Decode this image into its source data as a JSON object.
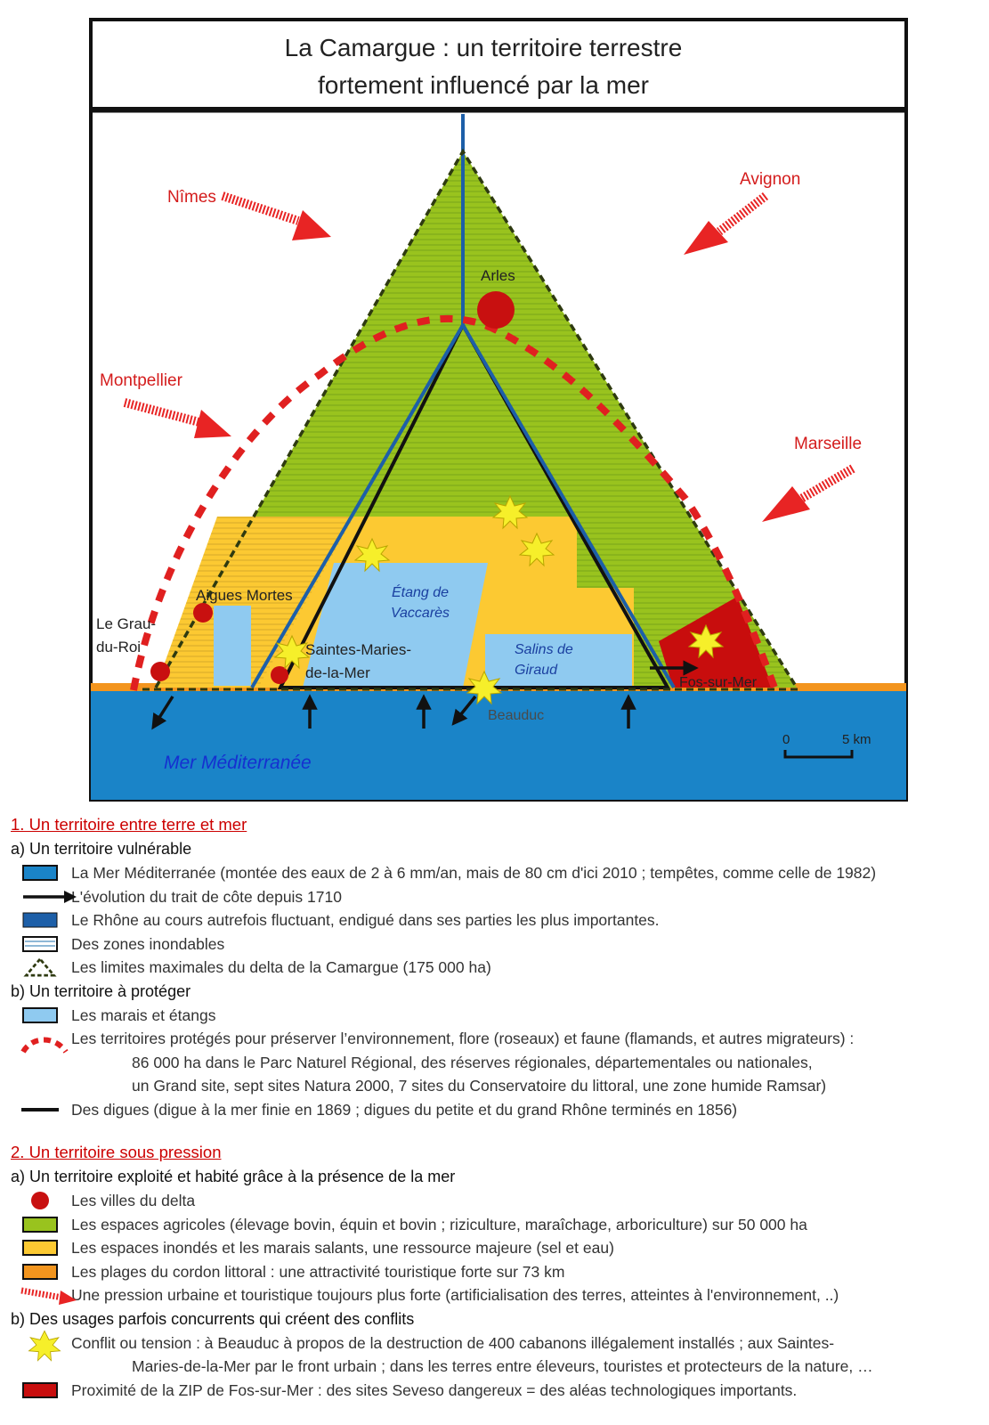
{
  "map": {
    "title_line1": "La Camargue : un territoire terrestre",
    "title_line2": "fortement influencé par la mer",
    "cities_outside": [
      "Nîmes",
      "Avignon",
      "Montpellier",
      "Marseille"
    ],
    "places": {
      "arles": "Arles",
      "aigues_mortes": "Aigues Mortes",
      "grau_line1": "Le Grau-",
      "grau_line2": "du-Roi",
      "saintes_line1": "Saintes-Maries-",
      "saintes_line2": "de-la-Mer",
      "fos": "Fos-sur-Mer",
      "beauduc": "Beauduc"
    },
    "water": {
      "vaccares_line1": "Étang de",
      "vaccares_line2": "Vaccarès",
      "salins_line1": "Salins de",
      "salins_line2": "Giraud",
      "sea": "Mer Méditerranée"
    },
    "scale": {
      "zero": "0",
      "end": "5 km"
    },
    "colors": {
      "sea": "#1a84c8",
      "rhone": "#1d5fa8",
      "agri": "#99c31e",
      "flooded": "#fcc932",
      "beach": "#f3951e",
      "marsh": "#8fcaf0",
      "industrial": "#c80d0d",
      "protected": "#e02020",
      "city": "#c81010",
      "pressure": "#e82424"
    }
  },
  "legend": {
    "s1_title": "1. Un territoire entre terre et mer",
    "s1a_title": "a) Un territoire vulnérable",
    "s1a_items": [
      "La Mer Méditerranée (montée des eaux de 2 à 6 mm/an, mais de 80 cm d'ici 2010 ; tempêtes, comme celle de 1982)",
      "L'évolution du trait de côte depuis 1710",
      "Le Rhône au cours autrefois fluctuant, endigué dans ses parties les plus importantes.",
      "Des zones inondables",
      "Les limites maximales du delta de la Camargue (175 000 ha)"
    ],
    "s1b_title": "b) Un territoire à protéger",
    "s1b_item1": "Les marais et étangs",
    "s1b_item2_line1": "Les territoires protégés pour préserver l’environnement, flore (roseaux) et faune (flamands, et autres migrateurs) :",
    "s1b_item2_line2": "86 000 ha dans le Parc Naturel Régional, des réserves régionales, départementales ou nationales,",
    "s1b_item2_line3": "un Grand site, sept sites Natura 2000, 7 sites du Conservatoire du littoral, une zone humide Ramsar)",
    "s1b_item3": "Des digues (digue à la mer finie en 1869 ; digues du petite et du grand Rhône terminés en 1856)",
    "s2_title": "2. Un territoire sous pression",
    "s2a_title": "a) Un territoire exploité et habité grâce à la présence de la mer",
    "s2a_items": [
      "Les villes du delta",
      "Les espaces agricoles (élevage bovin, équin et bovin ; riziculture, maraîchage, arboriculture) sur 50 000 ha",
      "Les espaces inondés et les marais salants, une ressource majeure (sel et eau)",
      "Les plages du cordon littoral : une attractivité touristique forte sur 73 km",
      "Une pression urbaine et touristique toujours plus forte (artificialisation des terres, atteintes à l'environnement, ..)"
    ],
    "s2b_title": "b) Des usages parfois concurrents qui créent des conflits",
    "s2b_item1_line1": "Conflit ou tension : à Beauduc à propos de la destruction de 400 cabanons illégalement installés ; aux Saintes-",
    "s2b_item1_line2": "Maries-de-la-Mer par le front urbain ; dans les terres entre éleveurs, touristes et protecteurs de la nature, …",
    "s2b_item2": "Proximité de la ZIP de Fos-sur-Mer : des sites Seveso dangereux = des aléas technologiques importants."
  }
}
